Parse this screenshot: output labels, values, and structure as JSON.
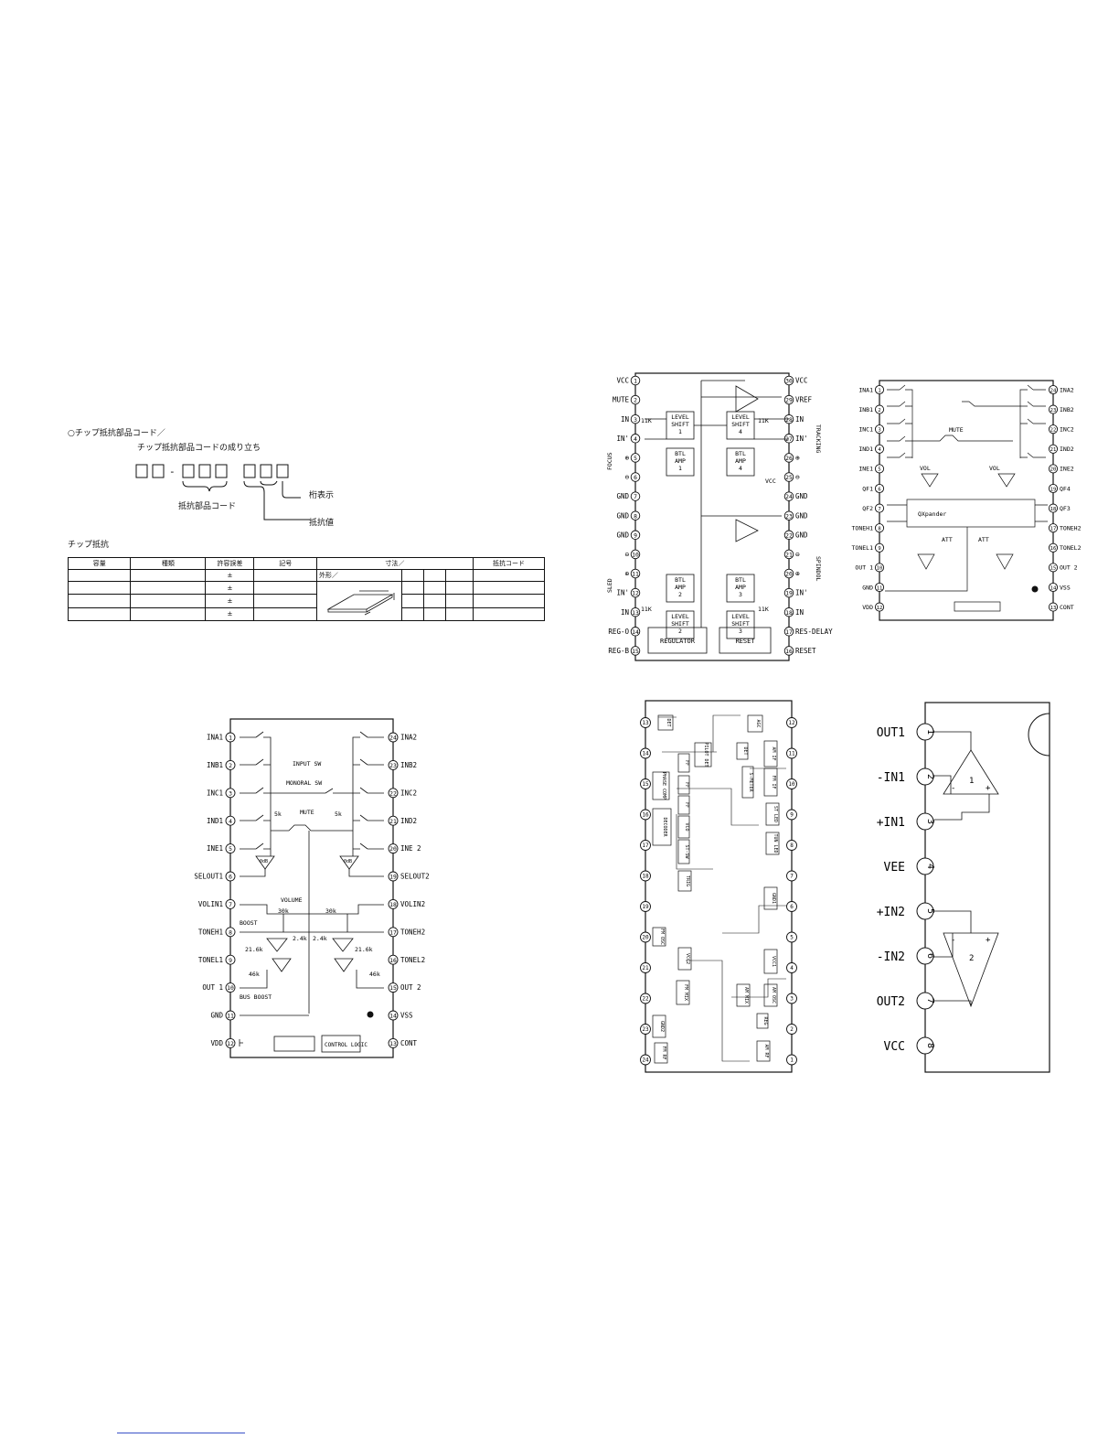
{
  "chip_code": {
    "heading": "○チップ抵抗部品コード／",
    "subheading": "チップ抵抗部品コードの成り立ち",
    "dash": "-",
    "label_digits": "桁表示",
    "label_part_code": "抵抗部品コード",
    "label_value": "抵抗値",
    "table_title": "チップ抵抗",
    "headers": [
      "容量",
      "種類",
      "許容誤差",
      "記号",
      "寸法／",
      "抵抗コード"
    ],
    "subheader": "外形／",
    "tolerance_rows": [
      "±",
      "±",
      "±",
      "±"
    ]
  },
  "ic_input_selector": {
    "left_pins": [
      {
        "n": "1",
        "l": "INA1"
      },
      {
        "n": "2",
        "l": "INB1"
      },
      {
        "n": "3",
        "l": "INC1"
      },
      {
        "n": "4",
        "l": "IND1"
      },
      {
        "n": "5",
        "l": "INE1"
      },
      {
        "n": "6",
        "l": "SELOUT1"
      },
      {
        "n": "7",
        "l": "VOLIN1"
      },
      {
        "n": "8",
        "l": "TONEH1"
      },
      {
        "n": "9",
        "l": "TONEL1"
      },
      {
        "n": "10",
        "l": "OUT 1"
      },
      {
        "n": "11",
        "l": "GND"
      },
      {
        "n": "12",
        "l": "VDD"
      }
    ],
    "right_pins": [
      {
        "n": "24",
        "l": "INA2"
      },
      {
        "n": "23",
        "l": "INB2"
      },
      {
        "n": "22",
        "l": "INC2"
      },
      {
        "n": "21",
        "l": "IND2"
      },
      {
        "n": "20",
        "l": "INE 2"
      },
      {
        "n": "19",
        "l": "SELOUT2"
      },
      {
        "n": "18",
        "l": "VOLIN2"
      },
      {
        "n": "17",
        "l": "TONEH2"
      },
      {
        "n": "16",
        "l": "TONEL2"
      },
      {
        "n": "15",
        "l": "OUT 2"
      },
      {
        "n": "14",
        "l": "VSS"
      },
      {
        "n": "13",
        "l": "CONT"
      }
    ],
    "labels": {
      "input_sw": "INPUT SW",
      "monoral_sw": "MONORAL SW",
      "mute": "MUTE",
      "r5k_left": "5k",
      "r5k_right": "5k",
      "amp": "0dB",
      "volume": "VOLUME",
      "r30k_left": "30k",
      "r30k_right": "30k",
      "boost": "BOOST",
      "r24k_left": "2.4k",
      "r24k_right": "2.4k",
      "r216k_left": "21.6k",
      "r216k_right": "21.6k",
      "r46k_left": "46k",
      "r46k_right": "46k",
      "bus_boost": "BUS BOOST",
      "control_logic": "CONTROL LOGIC"
    }
  },
  "ic_servo_driver": {
    "left_pins": [
      {
        "n": "1",
        "l": "VCC"
      },
      {
        "n": "2",
        "l": "MUTE"
      },
      {
        "n": "3",
        "l": "IN"
      },
      {
        "n": "4",
        "l": "IN'"
      },
      {
        "n": "5",
        "l": "⊕"
      },
      {
        "n": "6",
        "l": "⊖"
      },
      {
        "n": "7",
        "l": "GND"
      },
      {
        "n": "8",
        "l": "GND"
      },
      {
        "n": "9",
        "l": "GND"
      },
      {
        "n": "10",
        "l": "⊖"
      },
      {
        "n": "11",
        "l": "⊕"
      },
      {
        "n": "12",
        "l": "IN'"
      },
      {
        "n": "13",
        "l": "IN"
      },
      {
        "n": "14",
        "l": "REG-O"
      },
      {
        "n": "15",
        "l": "REG-B"
      }
    ],
    "right_pins": [
      {
        "n": "30",
        "l": "VCC"
      },
      {
        "n": "29",
        "l": "VREF"
      },
      {
        "n": "28",
        "l": "IN"
      },
      {
        "n": "27",
        "l": "IN'"
      },
      {
        "n": "26",
        "l": "⊕"
      },
      {
        "n": "25",
        "l": "⊖"
      },
      {
        "n": "24",
        "l": "GND"
      },
      {
        "n": "23",
        "l": "GND"
      },
      {
        "n": "22",
        "l": "GND"
      },
      {
        "n": "21",
        "l": "⊖"
      },
      {
        "n": "20",
        "l": "⊕"
      },
      {
        "n": "19",
        "l": "IN'"
      },
      {
        "n": "18",
        "l": "IN"
      },
      {
        "n": "17",
        "l": "RES-DELAY"
      },
      {
        "n": "16",
        "l": "RESET"
      }
    ],
    "groups": {
      "focus": "FOCUS",
      "sled": "SLED",
      "tracking": "TRACKING",
      "spindol": "SPINDOL"
    },
    "blocks": {
      "ls1": [
        "LEVEL",
        "SHIFT",
        "1"
      ],
      "ls4": [
        "LEVEL",
        "SHIFT",
        "4"
      ],
      "btl1": [
        "BTL",
        "AMP",
        "1"
      ],
      "btl4": [
        "BTL",
        "AMP",
        "4"
      ],
      "btl2": [
        "BTL",
        "AMP",
        "2"
      ],
      "btl3": [
        "BTL",
        "AMP",
        "3"
      ],
      "ls2": [
        "LEVEL",
        "SHIFT",
        "2"
      ],
      "ls3": [
        "LEVEL",
        "SHIFT",
        "3"
      ],
      "regulator": "REGULATOR",
      "reset": "RESET",
      "r11k": "11K",
      "vcc": "VCC"
    }
  },
  "ic_qxpander": {
    "left_pins": [
      {
        "n": "1",
        "l": "INA1"
      },
      {
        "n": "2",
        "l": "INB1"
      },
      {
        "n": "3",
        "l": "INC1"
      },
      {
        "n": "4",
        "l": "IND1"
      },
      {
        "n": "5",
        "l": "INE1"
      },
      {
        "n": "6",
        "l": "QF1"
      },
      {
        "n": "7",
        "l": "QF2"
      },
      {
        "n": "8",
        "l": "TONEH1"
      },
      {
        "n": "9",
        "l": "TONEL1"
      },
      {
        "n": "10",
        "l": "OUT 1"
      },
      {
        "n": "11",
        "l": "GND"
      },
      {
        "n": "12",
        "l": "VDD"
      }
    ],
    "right_pins": [
      {
        "n": "24",
        "l": "INA2"
      },
      {
        "n": "23",
        "l": "INB2"
      },
      {
        "n": "22",
        "l": "INC2"
      },
      {
        "n": "21",
        "l": "IND2"
      },
      {
        "n": "20",
        "l": "INE2"
      },
      {
        "n": "19",
        "l": "QF4"
      },
      {
        "n": "18",
        "l": "QF3"
      },
      {
        "n": "17",
        "l": "TONEH2"
      },
      {
        "n": "16",
        "l": "TONEL2"
      },
      {
        "n": "15",
        "l": "OUT 2"
      },
      {
        "n": "14",
        "l": "VSS"
      },
      {
        "n": "13",
        "l": "CONT"
      }
    ],
    "labels": {
      "mute": "MUTE",
      "vol_left": "VOL",
      "vol_right": "VOL",
      "qxpander": "QXpander",
      "att_left": "ATT",
      "att_right": "ATT"
    }
  },
  "ic_fm_am": {
    "left_pins": [
      "13",
      "14",
      "15",
      "16",
      "17",
      "18",
      "19",
      "20",
      "21",
      "22",
      "23",
      "24"
    ],
    "right_pins": [
      "12",
      "11",
      "10",
      "9",
      "8",
      "7",
      "6",
      "5",
      "4",
      "3",
      "2",
      "1"
    ],
    "blocks": {
      "det": "DET",
      "agc": "AGC",
      "pilot_det": "PILOT DET",
      "ff1": "FF",
      "ff2": "FF",
      "ff3": "FF",
      "det2": "DET",
      "am_if": "AM IF",
      "phase_comp": "PHASE COMP",
      "s_meter": "S-METER",
      "fm_if": "FM IF",
      "vco": "VCO",
      "decoder": "DECODER",
      "st_sw": "ST-SW",
      "st_led": "ST LED",
      "tun_led": "TUN LED",
      "trig": "TRIG",
      "gnd1": "GND1",
      "fm_osc": "FM OSC",
      "vcc2": "VCC2",
      "vcc1": "VCC1",
      "fm_mix": "FM MIX",
      "am_mix": "AM MIX",
      "am_osc": "AM OSC",
      "gnd2": "GND2",
      "reg": "REG",
      "fm_rf": "FM RF",
      "am_rf": "AM RF"
    }
  },
  "ic_dual_opamp": {
    "pins": [
      {
        "n": "1",
        "l": "OUT1"
      },
      {
        "n": "2",
        "l": "-IN1"
      },
      {
        "n": "3",
        "l": "+IN1"
      },
      {
        "n": "4",
        "l": "VEE"
      },
      {
        "n": "5",
        "l": "+IN2"
      },
      {
        "n": "6",
        "l": "-IN2"
      },
      {
        "n": "7",
        "l": "OUT2"
      },
      {
        "n": "8",
        "l": "VCC"
      }
    ],
    "amp1": "1",
    "amp2": "2",
    "minus": "-",
    "plus": "+"
  }
}
